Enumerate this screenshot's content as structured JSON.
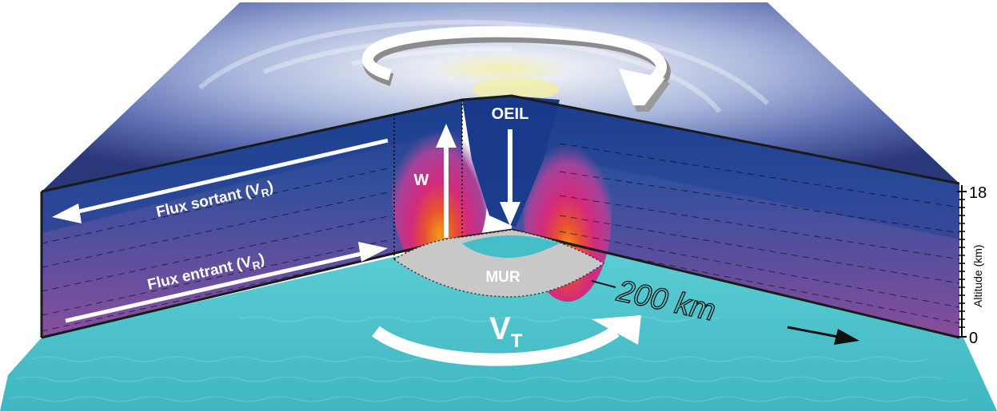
{
  "labels": {
    "eye": "OEIL",
    "updraft": "W",
    "outflow": "Flux sortant (V",
    "outflow_sub": "R",
    "outflow_end": ")",
    "inflow": "Flux entrant (V",
    "inflow_sub": "R",
    "inflow_end": ")",
    "eyewall": "MUR",
    "tangential": "V",
    "tangential_sub": "T",
    "distance": "200 km"
  },
  "altitude_axis": {
    "title": "Altitude (km)",
    "top_tick": "18",
    "bottom_tick": "0"
  },
  "colors": {
    "ocean": "#49c2cb",
    "cloud_sky": "#2f3f86",
    "cloud_white": "#e7ecf6",
    "deep_blue": "#1a3a86",
    "purple": "#7a4f9d",
    "magenta": "#cf2b7a",
    "orange": "#f28a1a",
    "eyewall_gray": "#c9c9c9"
  }
}
